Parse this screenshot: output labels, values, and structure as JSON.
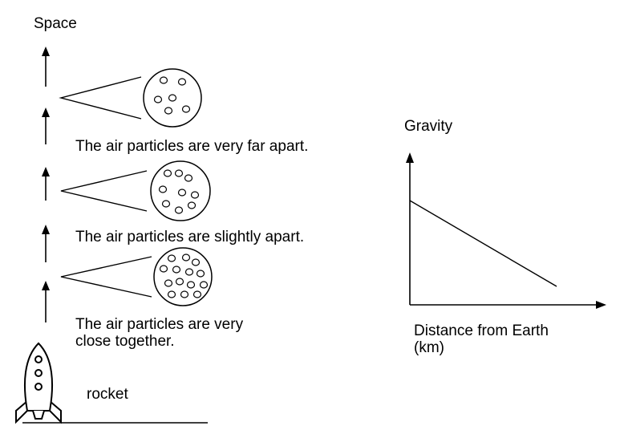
{
  "diagram": {
    "top_label": "Space",
    "layers": [
      {
        "caption": "The air particles are very far apart.",
        "particles": 6
      },
      {
        "caption": "The air particles are slightly apart.",
        "particles": 9
      },
      {
        "caption": "The air particles are very\nclose together.",
        "particles": 14
      }
    ],
    "rocket_label": "rocket"
  },
  "graph": {
    "y_axis_label": "Gravity",
    "x_axis_label": "Distance from Earth\n(km)",
    "trend": "decreasing"
  },
  "colors": {
    "stroke": "#000000",
    "background": "#ffffff"
  }
}
